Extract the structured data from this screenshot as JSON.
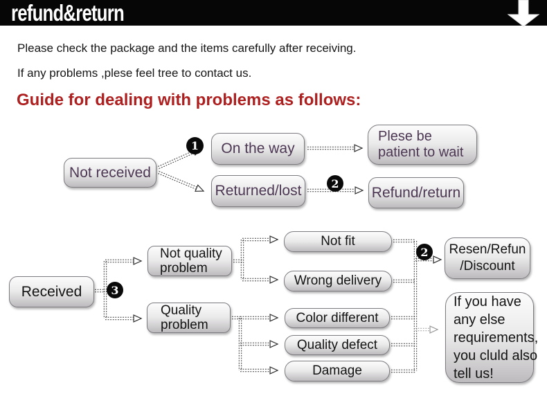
{
  "banner": {
    "title": "refund&return",
    "arrow_icon": "down-arrow"
  },
  "intro": {
    "line1": "Please check the package and the items carefully after receiving.",
    "line2": "If any problems ,plese feel tree to contact us."
  },
  "heading": "Guide for dealing with problems as follows:",
  "colors": {
    "accent_red": "#ae1f1f",
    "flow1_text": "#4c3753",
    "flow2_text": "#121212",
    "badge_bg": "#0a0a0a"
  },
  "flow1": {
    "not_received": "Not received",
    "on_the_way": "On the way",
    "plese_be_patient": "Plese be\npatient to wait",
    "returned_lost": "Returned/lost",
    "refund_return": "Refund/return",
    "badge_1": "1",
    "badge_2": "2"
  },
  "flow2": {
    "received": "Received",
    "badge_3": "3",
    "not_quality_problem": "Not quality\nproblem",
    "quality_problem": "Quality\nproblem",
    "not_fit": "Not fit",
    "wrong_delivery": "Wrong delivery",
    "color_different": "Color different",
    "quality_defect": "Quality defect",
    "damage": "Damage",
    "badge_2": "2",
    "resen_refun_discount": "Resen/Refun\n/Discount",
    "note": "If you have\nany else\nrequirements,\nyou cluld also\ntell us!"
  }
}
